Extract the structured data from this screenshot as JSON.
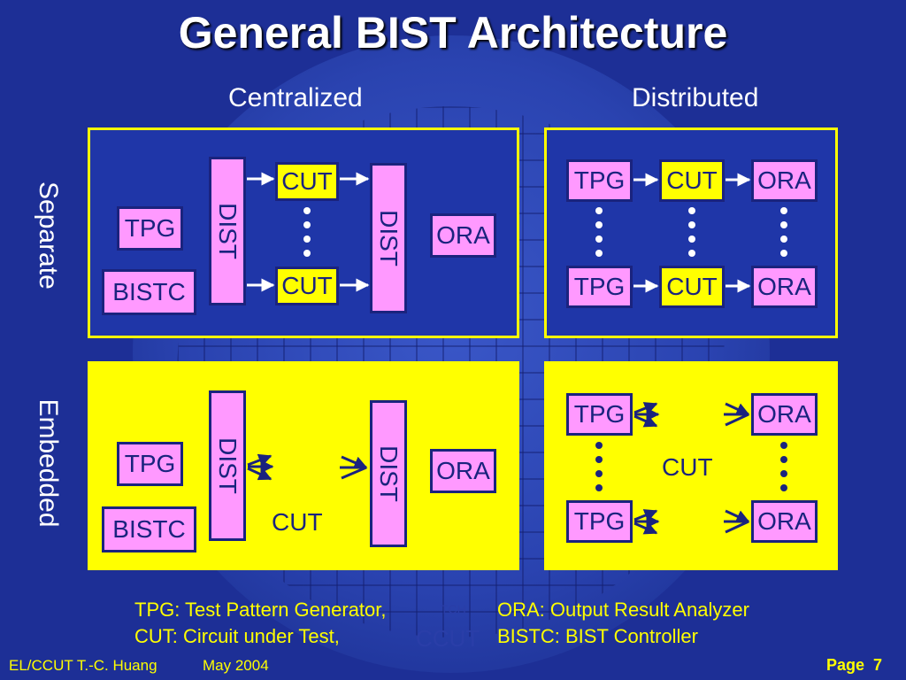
{
  "title": "General BIST Architecture",
  "columns": {
    "centralized": "Centralized",
    "distributed": "Distributed"
  },
  "rows": {
    "separate": "Separate",
    "embedded": "Embedded"
  },
  "blocks": {
    "tpg": "TPG",
    "cut": "CUT",
    "ora": "ORA",
    "bistc": "BISTC",
    "dist": "DIST"
  },
  "legend": {
    "tpg": "TPG: Test Pattern Generator,",
    "cut": "CUT: Circuit under Test,",
    "ora": "ORA: Output Result Analyzer",
    "bistc": "BISTC: BIST Controller"
  },
  "watermark": {
    "small": "TCH",
    "large": "CCUT"
  },
  "footer": {
    "author": "EL/CCUT T.-C. Huang",
    "date": "May 2004",
    "page_label": "Page",
    "page_number": "7"
  },
  "colors": {
    "background": "#1d2f96",
    "panel_border": "#ffff00",
    "block_pink": "#ff99ff",
    "block_yellow": "#ffff00",
    "ink": "#1a237e",
    "text_yellow": "#ffff00"
  }
}
